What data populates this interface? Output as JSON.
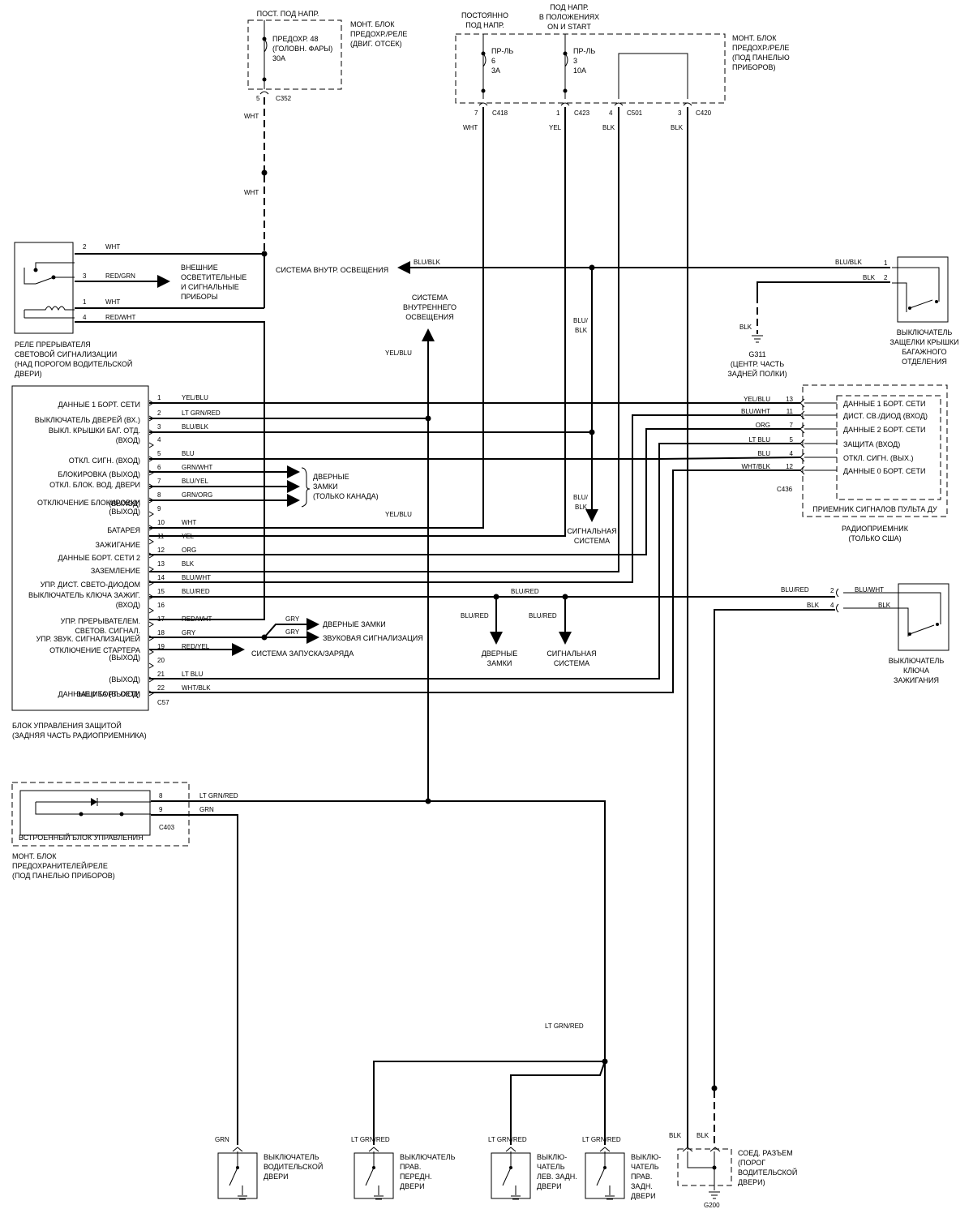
{
  "top_fuse": {
    "title": "ПОСТ. ПОД НАПР.",
    "fuse_lines": [
      "ПРЕДОХР. 48",
      "(ГОЛОВН. ФАРЫ)",
      "30А"
    ],
    "box_lines": [
      "МОНТ. БЛОК",
      "ПРЕДОХР./РЕЛЕ",
      "(ДВИГ. ОТСЕК)"
    ],
    "pin": "5",
    "connector": "C352",
    "wire": "WHT",
    "wire2": "WHT"
  },
  "ip_fuse": {
    "title_const": [
      "ПОСТОЯННО",
      "ПОД НАПР."
    ],
    "title_run": [
      "ПОД НАПР.",
      "В ПОЛОЖЕНИЯХ",
      "ON И START"
    ],
    "fuse6": [
      "ПР-ЛЬ",
      "6",
      "3А"
    ],
    "fuse3": [
      "ПР-ЛЬ",
      "3",
      "10А"
    ],
    "box_lines": [
      "МОНТ. БЛОК",
      "ПРЕДОХР./РЕЛЕ",
      "(ПОД ПАНЕЛЬЮ",
      "ПРИБОРОВ)"
    ],
    "pins": [
      {
        "pin": "7",
        "conn": "C418",
        "wire": "WHT"
      },
      {
        "pin": "1",
        "conn": "C423",
        "wire": "YEL"
      },
      {
        "pin": "4",
        "conn": "C501",
        "wire": "BLK"
      },
      {
        "pin": "3",
        "conn": "C420",
        "wire": "BLK"
      }
    ]
  },
  "relay": {
    "pins": [
      {
        "pin": "2",
        "wire": "WHT"
      },
      {
        "pin": "3",
        "wire": "RED/GRN"
      },
      {
        "pin": "1",
        "wire": "WHT"
      },
      {
        "pin": "4",
        "wire": "RED/WHT"
      }
    ],
    "ext_lights": [
      "ВНЕШНИЕ",
      "ОСВЕТИТЕЛЬНЫЕ",
      "И СИГНАЛЬНЫЕ",
      "ПРИБОРЫ"
    ],
    "label": [
      "РЕЛЕ ПРЕРЫВАТЕЛЯ",
      "СВЕТОВОЙ СИГНАЛИЗАЦИИ",
      "(НАД ПОРОГОМ ВОДИТЕЛЬСКОЙ",
      "ДВЕРИ)"
    ]
  },
  "interior": {
    "label": "СИСТЕМА ВНУТР. ОСВЕЩЕНИЯ",
    "wire": "BLU/BLK",
    "sys_label": [
      "СИСТЕМА",
      "ВНУТРЕННЕГО",
      "ОСВЕЩЕНИЯ"
    ],
    "yelblu": "YEL/BLU",
    "blu_blk_v": [
      "BLU/",
      "BLK"
    ]
  },
  "trunk": {
    "pins": [
      {
        "pin": "1",
        "wire": "BLU/BLK"
      },
      {
        "pin": "2",
        "wire": "BLK"
      }
    ],
    "ground_wire": "BLK",
    "ground": [
      "G311",
      "(ЦЕНТР. ЧАСТЬ",
      "ЗАДНЕЙ ПОЛКИ)"
    ],
    "label": [
      "ВЫКЛЮЧАТЕЛЬ",
      "ЗАЩЕЛКИ КРЫШКИ",
      "БАГАЖНОГО",
      "ОТДЕЛЕНИЯ"
    ]
  },
  "module": {
    "rows": [
      {
        "pin": "1",
        "wire": "YEL/BLU",
        "label": "ДАННЫЕ 1 БОРТ. СЕТИ"
      },
      {
        "pin": "2",
        "wire": "LT GRN/RED",
        "label": "ВЫКЛЮЧАТЕЛЬ ДВЕРЕЙ (ВХ.)"
      },
      {
        "pin": "3",
        "wire": "BLU/BLK",
        "label": "ВЫКЛ. КРЫШКИ БАГ. ОТД."
      },
      {
        "pin": "4",
        "wire": "",
        "label": "(ВХОД)"
      },
      {
        "pin": "5",
        "wire": "BLU",
        "label": "ОТКЛ. СИГН. (ВХОД)"
      },
      {
        "pin": "6",
        "wire": "GRN/WHT",
        "label": "БЛОКИРОВКА (ВЫХОД)"
      },
      {
        "pin": "7",
        "wire": "BLU/YEL",
        "label": "ОТКЛ. БЛОК. ВОД. ДВЕРИ"
      },
      {
        "pin": "8",
        "wire": "GRN/ORG",
        "label": "(ВЫХОД)"
      },
      {
        "pin": "9",
        "wire": "",
        "label": "ОТКЛЮЧЕНИЕ БЛОКИРОВКИ"
      },
      {
        "pin": "10",
        "wire": "WHT",
        "label": "БАТАРЕЯ"
      },
      {
        "pin": "11",
        "wire": "YEL",
        "label": "ЗАЖИГАНИЕ"
      },
      {
        "pin": "12",
        "wire": "ORG",
        "label": "ДАННЫЕ БОРТ. СЕТИ 2"
      },
      {
        "pin": "13",
        "wire": "BLK",
        "label": "ЗАЗЕМЛЕНИЕ"
      },
      {
        "pin": "14",
        "wire": "BLU/WHT",
        "label": "УПР. ДИСТ. СВЕТО-ДИОДОМ"
      },
      {
        "pin": "15",
        "wire": "BLU/RED",
        "label": "ВЫКЛЮЧАТЕЛЬ КЛЮЧА ЗАЖИГ."
      },
      {
        "pin": "16",
        "wire": "",
        "label": "(ВХОД)"
      },
      {
        "pin": "17",
        "wire": "RED/WHT",
        "label": "УПР. ПРЕРЫВАТЕЛЕМ."
      },
      {
        "pin": "18",
        "wire": "GRY",
        "label": "СВЕТОВ. СИГНАЛ."
      },
      {
        "pin": "19",
        "wire": "RED/YEL",
        "label": "УПР. ЗВУК. СИГНАЛИЗАЦИЕЙ"
      },
      {
        "pin": "20",
        "wire": "",
        "label": "ОТКЛЮЧЕНИЕ СТАРТЕРА"
      },
      {
        "pin": "21",
        "wire": "LT BLU",
        "label": "(ВЫХОД)"
      },
      {
        "pin": "22",
        "wire": "WHT/BLK",
        "label": "ЗАЩИТА (ВЫХОД)"
      }
    ],
    "extra_label_blk": "(ВЫХОД)",
    "extra_label_data0": "ДАННЫЕ 0 БОРТ. СЕТИ",
    "connector": "C57",
    "title": [
      "БЛОК УПРАВЛЕНИЯ ЗАЩИТОЙ",
      "(ЗАДНЯЯ ЧАСТЬ РАДИОПРИЕМНИКА)"
    ],
    "door_locks": [
      "ДВЕРНЫЕ",
      "ЗАМКИ",
      "(ТОЛЬКО КАНАДА)"
    ],
    "yelblu2": "YEL/BLU",
    "gry1": "GRY",
    "gry2": "GRY",
    "door_locks2": "ДВЕРНЫЕ ЗАМКИ",
    "horn": "ЗВУКОВАЯ СИГНАЛИЗАЦИЯ",
    "start": "СИСТЕМА ЗАПУСКА/ЗАРЯДА"
  },
  "remote": {
    "rows": [
      {
        "pin": "13",
        "wire": "YEL/BLU",
        "label": "ДАННЫЕ 1 БОРТ. СЕТИ"
      },
      {
        "pin": "11",
        "wire": "BLU/WHT",
        "label": "ДИСТ. СВ./ДИОД (ВХОД)"
      },
      {
        "pin": "7",
        "wire": "ORG",
        "label": "ДАННЫЕ 2 БОРТ. СЕТИ"
      },
      {
        "pin": "5",
        "wire": "LT BLU",
        "label": "ЗАЩИТА (ВХОД)"
      },
      {
        "pin": "4",
        "wire": "BLU",
        "label": "ОТКЛ. СИГН. (ВЫХ.)"
      },
      {
        "pin": "12",
        "wire": "WHT/BLK",
        "label": "ДАННЫЕ 0 БОРТ. СЕТИ"
      }
    ],
    "connector": "C436",
    "inner": "ПРИЕМНИК СИГНАЛОВ ПУЛЬТА ДУ",
    "label": [
      "РАДИОПРИЕМНИК",
      "(ТОЛЬКО США)"
    ]
  },
  "signal_sys": {
    "label1": [
      "СИГНАЛЬНАЯ",
      "СИСТЕМА"
    ],
    "blu_blk_v2": [
      "BLU/",
      "BLK"
    ],
    "blured_a": "BLU/RED",
    "blured_b": "BLU/RED",
    "blured_c": "BLU/RED",
    "door_locks": [
      "ДВЕРНЫЕ",
      "ЗАМКИ"
    ],
    "signal": [
      "СИГНАЛЬНАЯ",
      "СИСТЕМА"
    ]
  },
  "ignition": {
    "pins": [
      {
        "pin": "2",
        "wire": "BLU/RED",
        "wire_r": "BLU/WHT"
      },
      {
        "pin": "4",
        "wire": "BLK",
        "wire_r": "BLK"
      }
    ],
    "label": [
      "ВЫКЛЮЧАТЕЛЬ",
      "КЛЮЧА",
      "ЗАЖИГАНИЯ"
    ]
  },
  "builtin": {
    "pins": [
      {
        "pin": "8",
        "wire": "LT GRN/RED"
      },
      {
        "pin": "9",
        "wire": "GRN"
      }
    ],
    "connector": "C403",
    "inner": "ВСТРОЕННЫЙ БЛОК УПРАВЛЕНИЯ",
    "label": [
      "МОНТ. БЛОК",
      "ПРЕДОХРАНИТЕЛЕЙ/РЕЛЕ",
      "(ПОД ПАНЕЛЬЮ ПРИБОРОВ)"
    ]
  },
  "doors": {
    "trunk_wire": "LT GRN/RED",
    "switches": [
      {
        "wire": "GRN",
        "label": [
          "ВЫКЛЮЧАТЕЛЬ",
          "ВОДИТЕЛЬСКОЙ",
          "ДВЕРИ"
        ]
      },
      {
        "wire": "LT GRN/RED",
        "label": [
          "ВЫКЛЮЧАТЕЛЬ",
          "ПРАВ.",
          "ПЕРЕДН.",
          "ДВЕРИ"
        ]
      },
      {
        "wire": "LT GRN/RED",
        "label": [
          "ВЫКЛЮ-",
          "ЧАТЕЛЬ",
          "ЛЕВ. ЗАДН.",
          "ДВЕРИ"
        ]
      },
      {
        "wire": "LT GRN/RED",
        "label": [
          "ВЫКЛЮ-",
          "ЧАТЕЛЬ",
          "ПРАВ.",
          "ЗАДН.",
          "ДВЕРИ"
        ]
      }
    ],
    "blk1": "BLK",
    "blk2": "BLK",
    "joint": [
      "СОЕД. РАЗЪЕМ",
      "(ПОРОГ",
      "ВОДИТЕЛЬСКОЙ",
      "ДВЕРИ)"
    ],
    "ground": "G200"
  }
}
